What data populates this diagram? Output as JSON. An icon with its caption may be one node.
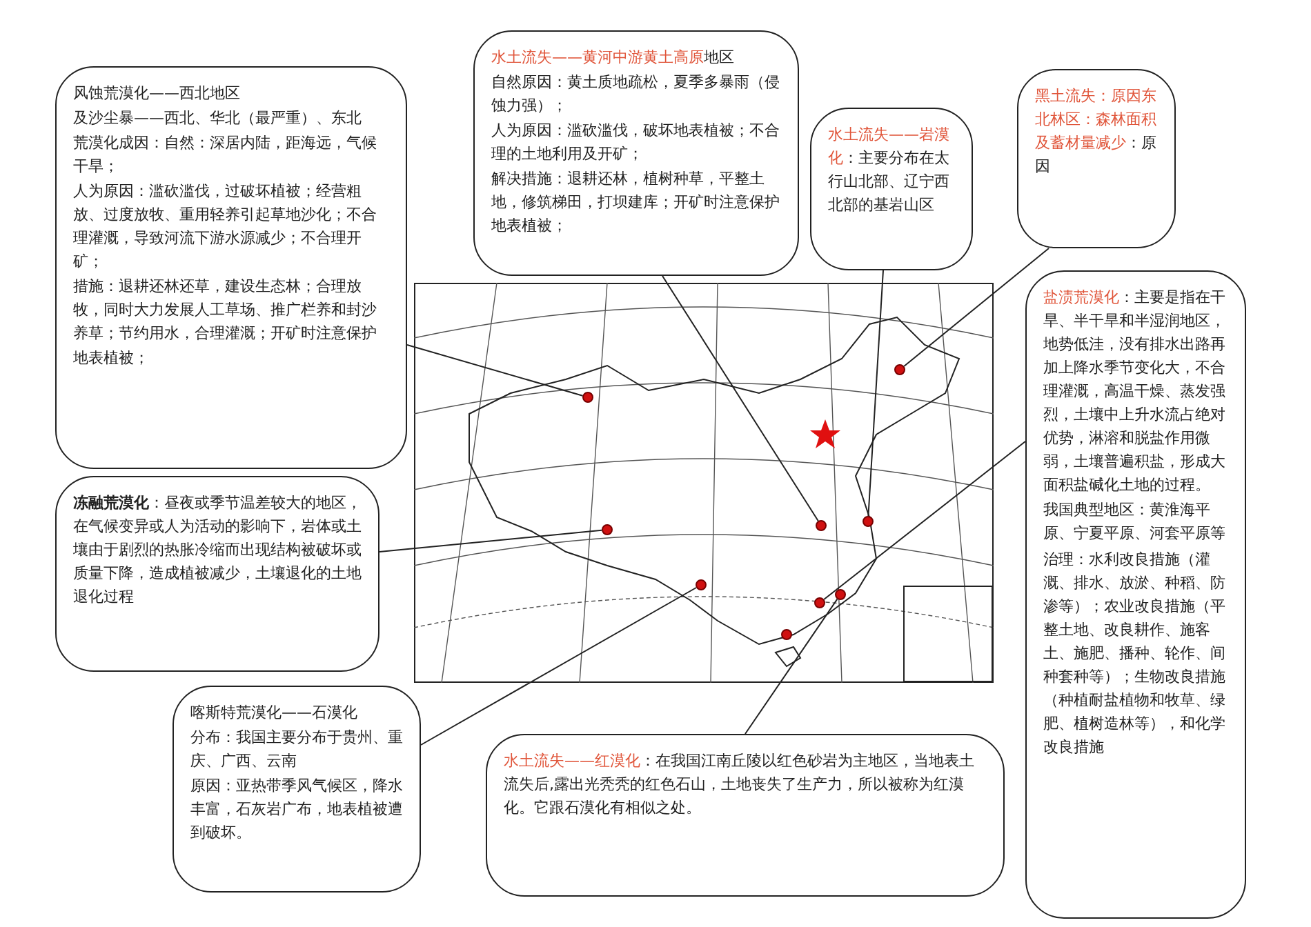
{
  "diagram": {
    "nodes": [
      {
        "text": [
          "风蚀荒漠化——西北地区",
          "及沙尘暴——西北、华北（最严重）、东北",
          "荒漠化成因：自然：深居内陆，距海远，气候干旱；",
          "人为原因：滥砍滥伐，过破坏植被；经营粗放、过度放牧、重用轻养引起草地沙化；不合理灌溉，导致河流下游水源减少；不合理开矿；",
          "措施：退耕还林还草，建设生态林；合理放牧，同时大力发展人工草场、推广栏养和封沙养草；节约用水，合理灌溉；开矿时注意保护地表植被；"
        ]
      },
      {
        "text": [
          "**冻融荒漠化**：昼夜或季节温差较大的地区，在气候变异或人为活动的影响下，岩体或土壤由于剧烈的热胀冷缩而出现结构被破坏或质量下降，造成植被减少，土壤退化的土地退化过程"
        ]
      },
      {
        "text": [
          "喀斯特荒漠化——石漠化",
          "分布：我国主要分布于贵州、重庆、广西、云南",
          "原因：亚热带季风气候区，降水丰富，石灰岩广布，地表植被遭到破坏。"
        ]
      },
      {
        "text": [
          "水土流失——红漠化",
          "：在我国江南丘陵以红色砂岩为主地区，当地表土流失后,露出光秃秃的红色石山，土地丧失了生产力，所以被称为红漠化。它跟石漠化有相似之处。"
        ]
      },
      {
        "text": [
          "水土流失——黄河中游黄土高原",
          "地区",
          "自然原因：黄土质地疏松，夏季多暴雨（侵蚀力强）；",
          "人为原因：滥砍滥伐，破坏地表植被；不合理的土地利用及开矿；",
          "解决措施：退耕还林，植树种草，平整土地，修筑梯田，打坝建库；开矿时注意保护地表植被；"
        ]
      },
      {
        "text": [
          "水土流失——岩漠化",
          "：主要分布在太行山北部、辽宁西北部的基岩山区"
        ]
      },
      {
        "text": [
          "黑土流失：原因东北林区：森林面积及蓄材量减少",
          "：原因"
        ]
      },
      {
        "text": [
          "盐渍荒漠化",
          "：主要是指在干旱、半干旱和半湿润地区，地势低洼，没有排水出路再加上降水季节变化大，不合理灌溉，高温干燥、蒸发强烈，土壤中上升水流占绝对优势，淋溶和脱盐作用微弱，土壤普遍积盐，形成大面积盐碱化土地的过程。",
          "我国典型地区：黄淮海平原、宁夏平原、河套平原等",
          "治理：水利改良措施（灌溉、排水、放淤、种稻、防渗等）；农业改良措施（平整土地、改良耕作、施客土、施肥、播种、轮作、间种套种等）；生物改良措施（种植耐盐植物和牧草、绿肥、植树造林等），和化学改良措施"
        ]
      },
      {
        "text": [],
        "shape": "picture"
      },
      {
        "text": [],
        "shape": "circle",
        "in": 8
      },
      {
        "text": [],
        "shape": "circle",
        "in": 8
      },
      {
        "text": [],
        "shape": "circle",
        "in": 8
      },
      {
        "text": [],
        "shape": "circle",
        "in": 8
      },
      {
        "text": [],
        "shape": "circle",
        "in": 8
      },
      {
        "text": [],
        "shape": "circle",
        "in": 8
      },
      {
        "text": [],
        "shape": "circle",
        "in": 8
      },
      {
        "text": [],
        "shape": "circle",
        "in": 8
      },
      {
        "text": [],
        "shape": "circle",
        "in": 8
      }
    ],
    "edges": [
      {
        "from": 0,
        "to": 9,
        "arrow": "none"
      },
      {
        "from": 1,
        "to": 10,
        "arrow": "none"
      },
      {
        "from": 2,
        "to": 11,
        "arrow": "none"
      },
      {
        "from": 3,
        "to": 15,
        "arrow": "none"
      },
      {
        "from": 4,
        "to": 14,
        "arrow": "none"
      },
      {
        "from": 5,
        "to": 16,
        "arrow": "none"
      },
      {
        "from": 6,
        "to": 17,
        "arrow": "none"
      },
      {
        "from": 7,
        "to": 13,
        "arrow": "none"
      }
    ]
  }
}
